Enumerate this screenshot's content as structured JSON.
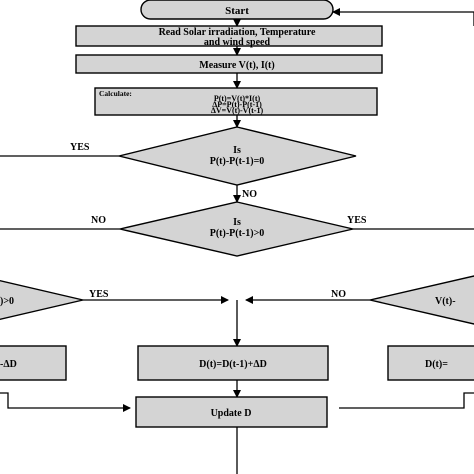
{
  "start_label": "Start",
  "read_line1": "Read Solar irradiation, Temperature",
  "read_line2": "and wind speed",
  "measure_label": "Measure V(t), I(t)",
  "calc": {
    "heading": "Calculate:",
    "line1": "P(t)=V(t)*I(t)",
    "line2": "ΔP=P(t)-P(t-1)",
    "line3": "ΔV=V(t)-V(t-1)"
  },
  "decision1": {
    "line1": "Is",
    "line2": "P(t)-P(t-1)=0",
    "yes": "YES",
    "no": "NO"
  },
  "decision2": {
    "line1": "Is",
    "line2": "P(t)-P(t-1)>0",
    "yes": "YES",
    "no": "NO"
  },
  "left_decision": {
    "text": ")>0",
    "yes": "YES"
  },
  "right_decision": {
    "text": "V(t)-",
    "no": "NO"
  },
  "left_box": "-ΔD",
  "center_box": "D(t)=D(t-1)+ΔD",
  "right_box": "D(t)=",
  "update_label": "Update D"
}
